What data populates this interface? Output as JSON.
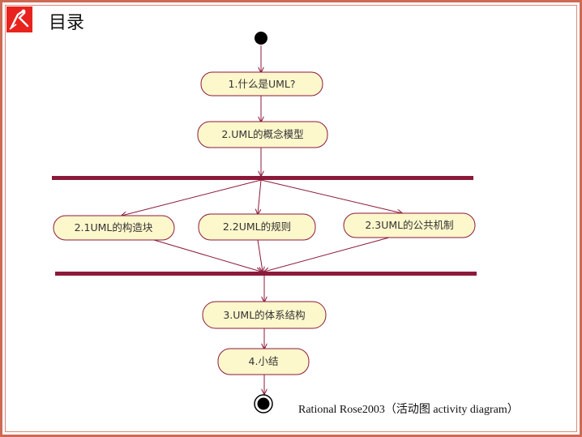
{
  "page": {
    "title": "目录"
  },
  "diagram": {
    "nodes": [
      {
        "id": "n1",
        "label": "1.什么是UML?"
      },
      {
        "id": "n2",
        "label": "2.UML的概念模型"
      },
      {
        "id": "n21",
        "label": "2.1UML的构造块"
      },
      {
        "id": "n22",
        "label": "2.2UML的规则"
      },
      {
        "id": "n23",
        "label": "2.3UML的公共机制"
      },
      {
        "id": "n3",
        "label": "3.UML的体系结构"
      },
      {
        "id": "n4",
        "label": "4.小结"
      }
    ]
  },
  "caption": "Rational Rose2003（活动图 activity diagram）",
  "colors": {
    "border": "#cc6a55",
    "logo": "#e8231e",
    "edge": "#8b1a3a",
    "bar": "#8b1a3a",
    "node_fill": "#fdf7cc",
    "node_stroke": "#8b1a3a"
  }
}
